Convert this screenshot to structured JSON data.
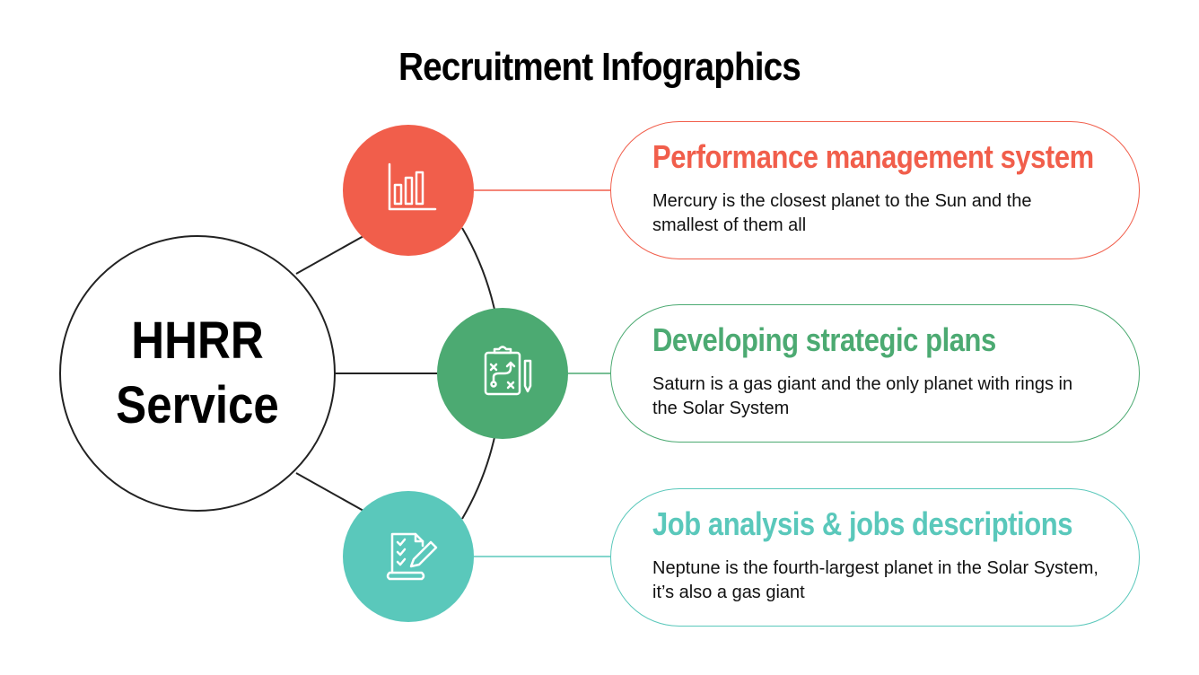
{
  "title": "Recruitment Infographics",
  "center": {
    "line1": "HHRR",
    "line2": "Service"
  },
  "colors": {
    "red": "#f15e4b",
    "green": "#4caa72",
    "teal": "#5ac8bb",
    "line": "#222222"
  },
  "items": [
    {
      "title": "Performance management system",
      "description": "Mercury is the closest planet to the Sun and the smallest of them all",
      "color": "#f15e4b",
      "icon": "bar-chart-icon"
    },
    {
      "title": "Developing strategic plans",
      "description": "Saturn is a gas giant and the only planet with rings in the Solar System",
      "color": "#4caa72",
      "icon": "strategy-clipboard-icon"
    },
    {
      "title": "Job analysis & jobs descriptions",
      "description": "Neptune is the fourth-largest planet in the Solar System, it’s also a gas giant",
      "color": "#5ac8bb",
      "icon": "checklist-document-icon"
    }
  ]
}
